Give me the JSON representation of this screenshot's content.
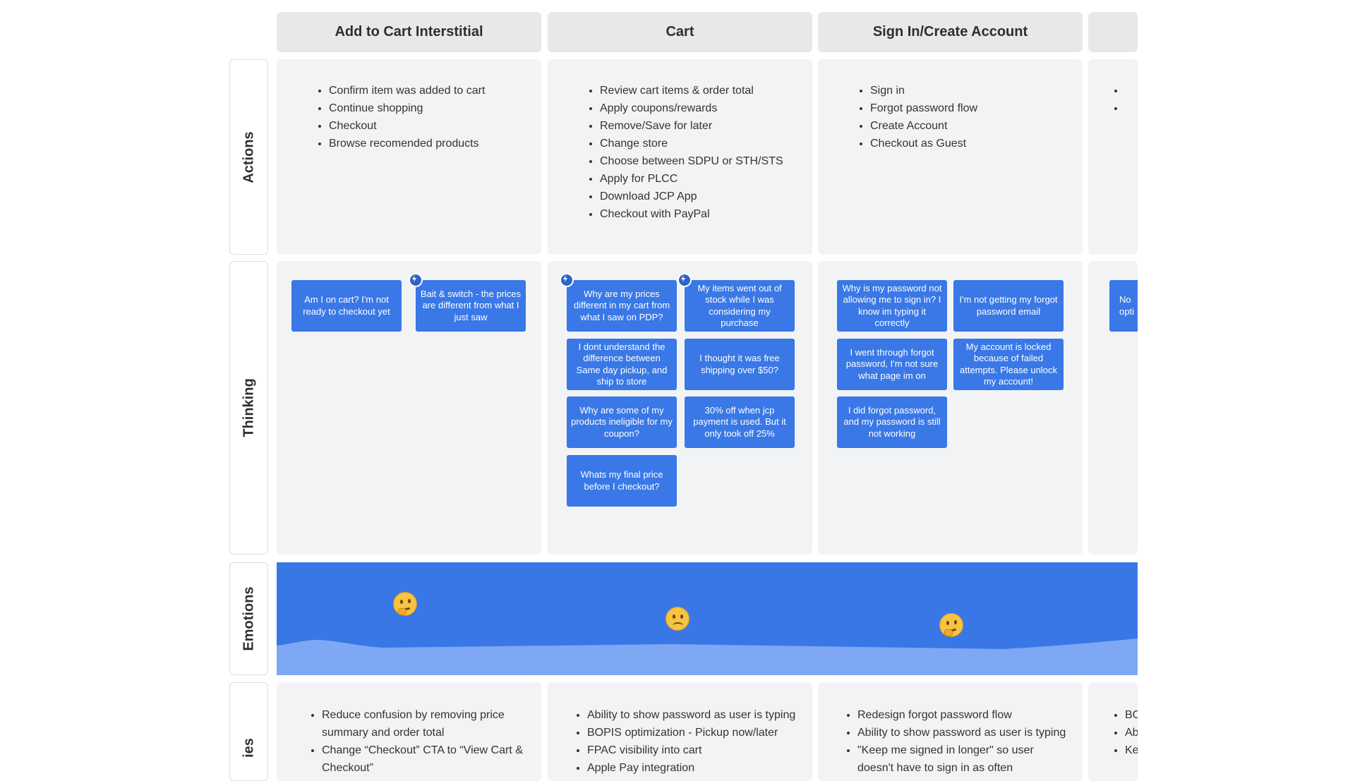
{
  "columns": [
    {
      "title": "Add to Cart Interstitial"
    },
    {
      "title": "Cart"
    },
    {
      "title": "Sign In/Create Account"
    },
    {
      "title": ""
    }
  ],
  "rows": {
    "actions": "Actions",
    "thinking": "Thinking",
    "emotions": "Emotions",
    "opportunities": "ies"
  },
  "actions": [
    [
      "Confirm item was added to cart",
      "Continue shopping",
      "Checkout",
      "Browse recomended products"
    ],
    [
      "Review cart items & order total",
      "Apply coupons/rewards",
      "Remove/Save for later",
      "Change store",
      "Choose between SDPU or STH/STS",
      "Apply for PLCC",
      "Download JCP App",
      "Checkout with PayPal"
    ],
    [
      "Sign in",
      "Forgot password flow",
      "Create Account",
      "Checkout as Guest"
    ],
    [
      "",
      ""
    ]
  ],
  "thinking": [
    [
      "Am I on cart? I'm not ready to checkout yet",
      "Bait & switch - the prices are different from what I just saw"
    ],
    [
      "Why are my prices different in my cart from what I saw on PDP?",
      "My items went out of stock while I was considering my purchase",
      "I dont understand the difference between Same day pickup, and ship to store",
      "I thought it was free shipping over $50?",
      "Why are some of my products ineligible for my coupon?",
      "30% off when jcp payment is used. But it only took off 25%",
      "Whats my final price before I checkout?"
    ],
    [
      "Why is my password not allowing me to sign in? I know im typing it correctly",
      "I'm not getting my forgot password email",
      "I went through forgot password, I'm not sure what page im on",
      "My account is locked because of failed attempts. Please unlock my account!",
      "I did forgot password, and my password is still not working"
    ],
    [
      "No\nopti"
    ]
  ],
  "emotions": [
    {
      "icon": "thinking-face-icon",
      "level": 0.75
    },
    {
      "icon": "slightly-frowning-face-icon",
      "level": 0.62
    },
    {
      "icon": "thinking-face-icon",
      "level": 0.57
    }
  ],
  "opportunities": [
    [
      "Reduce confusion by removing price summary and order total",
      "Change “Checkout” CTA to “View Cart & Checkout”"
    ],
    [
      "Ability to show password as user is typing",
      "BOPIS optimization - Pickup now/later",
      "FPAC visibility into cart",
      "Apple Pay integration"
    ],
    [
      "Redesign forgot password flow",
      "Ability to show password as user is typing",
      "\"Keep me signed in longer\" so user doesn't have to sign in as often"
    ],
    [
      "BO",
      "Ab",
      "Ke"
    ]
  ],
  "colors": {
    "sticky": "#3978e6",
    "emotion_band": "#3977e6",
    "emotion_wave": "#7ea8f4",
    "cell": "#f2f3f5",
    "header": "#e7e8ea"
  }
}
